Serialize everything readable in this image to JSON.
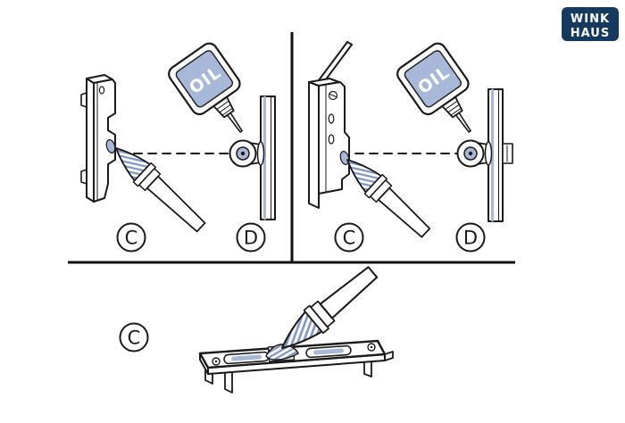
{
  "logo": {
    "line1": "WINK",
    "line2": "HAUS"
  },
  "oil": {
    "text": "OIL"
  },
  "labels": {
    "top_left_c": "C",
    "top_left_d": "D",
    "top_right_c": "C",
    "top_right_d": "D",
    "bottom_c": "C"
  },
  "colors": {
    "outline": "#1a1a1a",
    "accent_blue": "#a7b8d8",
    "hatch_blue": "#7d95c2",
    "logo_navy": "#16395e",
    "background": "#ffffff"
  }
}
